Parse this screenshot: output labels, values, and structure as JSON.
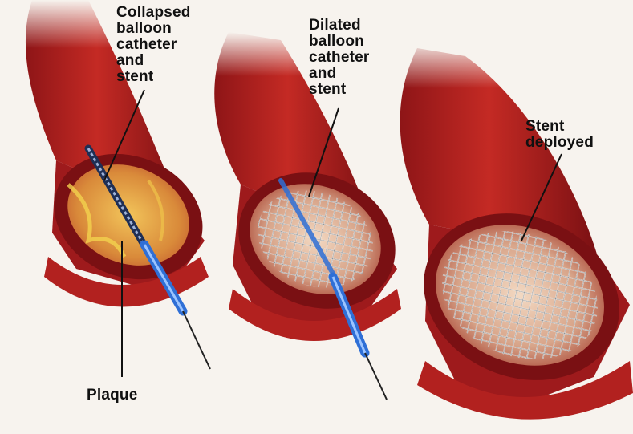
{
  "labels": {
    "collapsed": "Collapsed\nballoon\ncatheter\nand\nstent",
    "dilated": "Dilated\nballoon\ncatheter\nand\nstent",
    "deployed": "Stent\ndeployed",
    "plaque": "Plaque"
  },
  "colors": {
    "artery_outer": "#a8191c",
    "artery_dark": "#6e0f12",
    "artery_inner": "#c8342e",
    "plaque_yellow": "#e6b24a",
    "catheter_blue": "#2f6fd6",
    "stent_metal": "#dcdcdc",
    "background": "#f7f3ee"
  },
  "icons": [
    "artery-section-icon",
    "balloon-catheter-icon",
    "stent-mesh-icon",
    "guidewire-icon"
  ]
}
